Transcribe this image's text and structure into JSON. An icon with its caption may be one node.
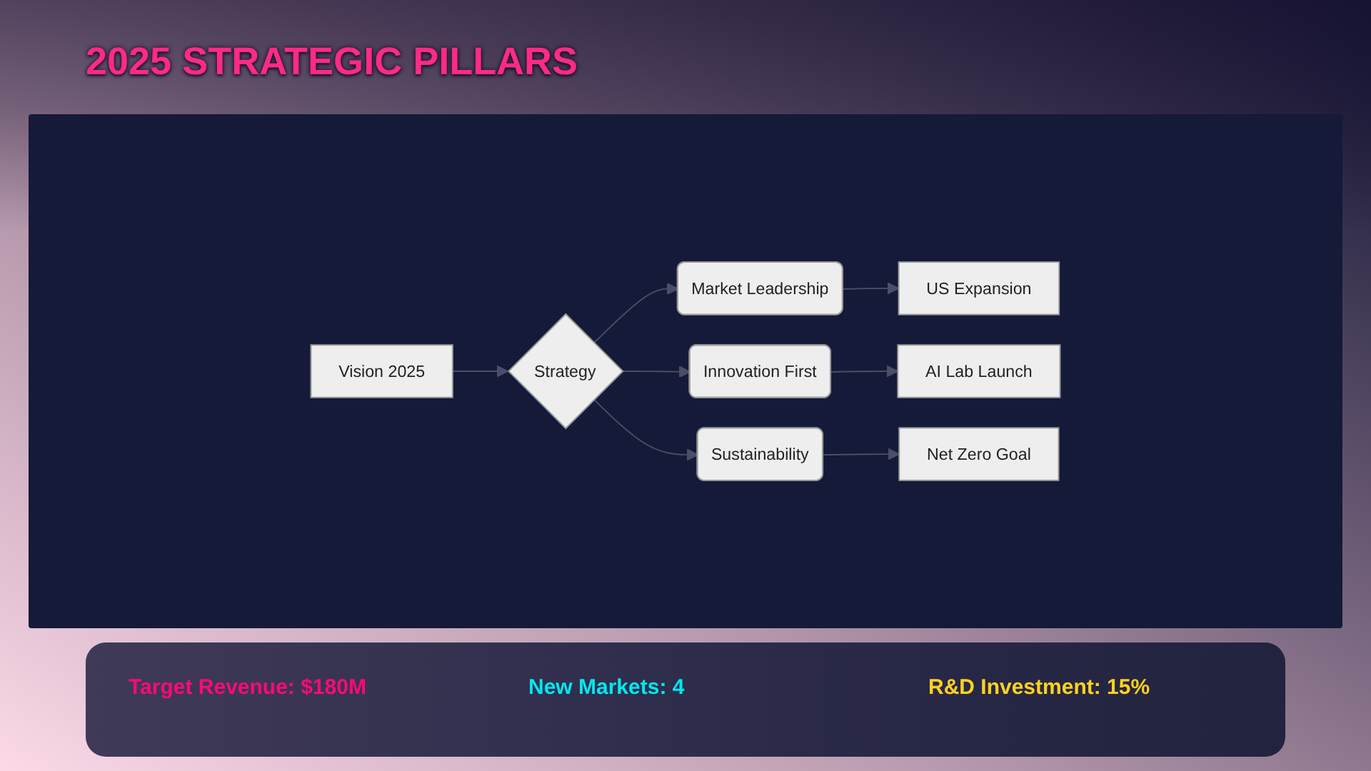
{
  "diagram": {
    "title": "2025 STRATEGIC PILLARS",
    "nodes": [
      {
        "text": [
          "Vision 2025"
        ]
      },
      {
        "text": [
          "Strategy"
        ]
      },
      {
        "text": [
          "Market Leadership"
        ]
      },
      {
        "text": [
          "Innovation First"
        ]
      },
      {
        "text": [
          "Sustainability"
        ]
      },
      {
        "text": [
          "US Expansion"
        ]
      },
      {
        "text": [
          "AI Lab Launch"
        ]
      },
      {
        "text": [
          "Net Zero Goal"
        ]
      }
    ],
    "edges": [
      {
        "from": 0,
        "to": 1,
        "arrow": "to"
      },
      {
        "from": 1,
        "to": 2,
        "arrow": "to"
      },
      {
        "from": 1,
        "to": 3,
        "arrow": "to"
      },
      {
        "from": 1,
        "to": 4,
        "arrow": "to"
      },
      {
        "from": 2,
        "to": 5,
        "arrow": "to"
      },
      {
        "from": 3,
        "to": 6,
        "arrow": "to"
      },
      {
        "from": 4,
        "to": 7,
        "arrow": "to"
      }
    ],
    "labels": [
      "Target Revenue: $180M",
      "New Markets: 4",
      "R&D Investment: 15%"
    ]
  }
}
